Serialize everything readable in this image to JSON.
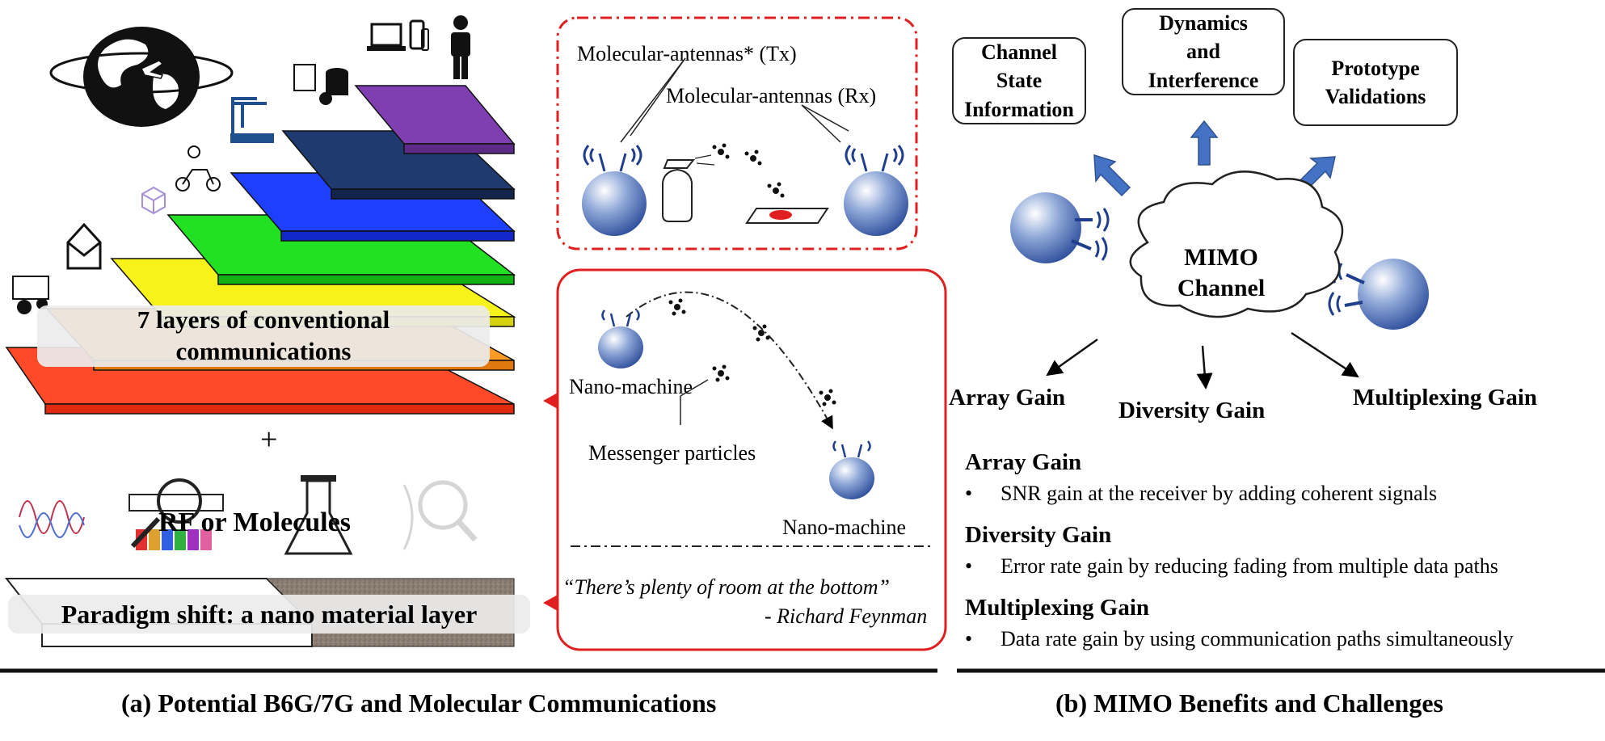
{
  "left": {
    "layers_label_line1": "7 layers of conventional",
    "layers_label_line2": "communications",
    "plus": "+",
    "rf_label": "RF or Molecules",
    "paradigm_label": "Paradigm shift: a nano material layer",
    "caption": "(a) Potential B6G/7G and Molecular Communications",
    "layer_colors": [
      "#ff3b1f",
      "#ff9a1f",
      "#f7f21a",
      "#1fe01f",
      "#1f3fff",
      "#1f3a6e",
      "#7f3fb0"
    ]
  },
  "antenna_box": {
    "tx_label": "Molecular-antennas* (Tx)",
    "rx_label": "Molecular-antennas (Rx)"
  },
  "nano_box": {
    "nano_machine_1": "Nano-machine",
    "messenger": "Messenger particles",
    "nano_machine_2": "Nano-machine",
    "quote": "“There’s plenty of room at the bottom”",
    "author": "- Richard Feynman"
  },
  "right": {
    "box_csi_line1": "Channel",
    "box_csi_line2": "State",
    "box_csi_line3": "Information",
    "box_dyn_line1": "Dynamics",
    "box_dyn_line2": "and",
    "box_dyn_line3": "Interference",
    "box_proto_line1": "Prototype",
    "box_proto_line2": "Validations",
    "cloud_line1": "MIMO",
    "cloud_line2": "Channel",
    "array_gain": "Array Gain",
    "diversity_gain": "Diversity Gain",
    "multiplexing_gain": "Multiplexing Gain",
    "bullets": [
      {
        "title": "Array Gain",
        "text": "SNR gain at the receiver by adding coherent signals"
      },
      {
        "title": "Diversity Gain",
        "text": "Error rate gain by reducing fading from multiple data paths"
      },
      {
        "title": "Multiplexing Gain",
        "text": "Data rate gain by using communication paths simultaneously"
      }
    ],
    "bullet_symbol": "•",
    "caption": "(b) MIMO Benefits and Challenges"
  }
}
